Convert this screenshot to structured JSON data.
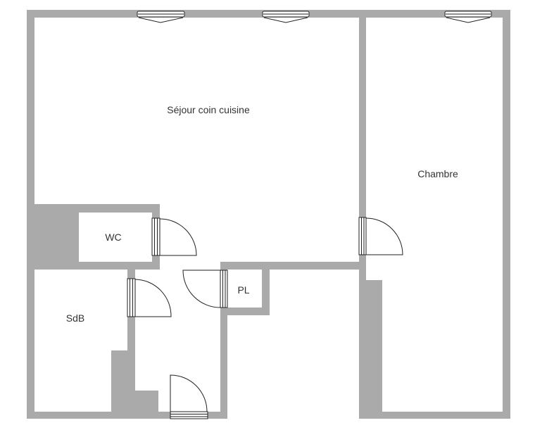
{
  "rooms": {
    "sejour": "Séjour coin cuisine",
    "chambre": "Chambre",
    "wc": "WC",
    "sdb": "SdB",
    "pl": "PL"
  },
  "colors": {
    "wall": "#aaaaaa",
    "line": "#222222",
    "text": "#333333"
  }
}
